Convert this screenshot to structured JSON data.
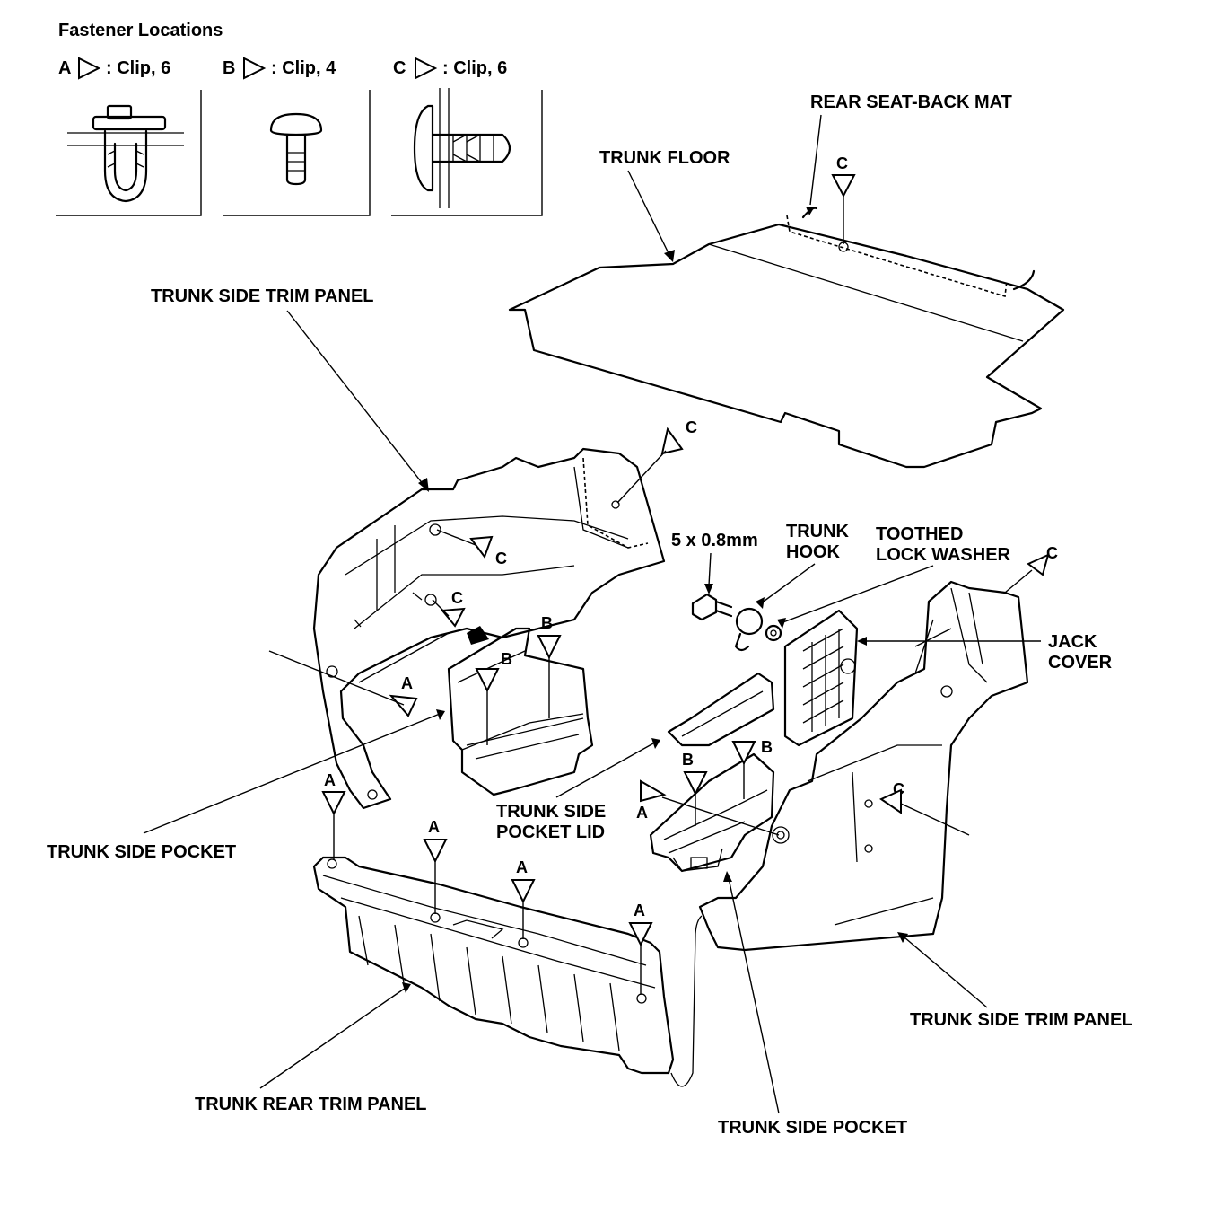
{
  "legend": {
    "title": "Fastener Locations",
    "items": [
      {
        "letter": "A",
        "text": ": Clip, 6"
      },
      {
        "letter": "B",
        "text": ": Clip, 4"
      },
      {
        "letter": "C",
        "text": ": Clip, 6"
      }
    ]
  },
  "labels": {
    "rear_seat_back_mat": "REAR SEAT-BACK MAT",
    "trunk_floor": "TRUNK FLOOR",
    "trunk_side_trim_panel_left": "TRUNK SIDE TRIM PANEL",
    "bolt_size": "5 x 0.8mm",
    "trunk_hook_1": "TRUNK",
    "trunk_hook_2": "HOOK",
    "toothed_washer_1": "TOOTHED",
    "toothed_washer_2": "LOCK WASHER",
    "jack_cover_1": "JACK",
    "jack_cover_2": "COVER",
    "trunk_side_pocket_left": "TRUNK SIDE POCKET",
    "pocket_lid_1": "TRUNK SIDE",
    "pocket_lid_2": "POCKET LID",
    "trunk_side_trim_panel_right": "TRUNK SIDE TRIM PANEL",
    "trunk_rear_trim_panel": "TRUNK REAR TRIM PANEL",
    "trunk_side_pocket_right": "TRUNK SIDE POCKET"
  },
  "clip_markers": {
    "c_floor": "C",
    "c_left_top": "C",
    "c_left_mid": "C",
    "c_left_low": "C",
    "b_left_1": "B",
    "b_left_2": "B",
    "a_left_side": "A",
    "c_right_top": "C",
    "b_right_1": "B",
    "b_right_2": "B",
    "a_right_pocket": "A",
    "c_right_panel": "C",
    "a_left_bottom": "A",
    "a_rear_1": "A",
    "a_rear_2": "A",
    "a_rear_3": "A"
  }
}
